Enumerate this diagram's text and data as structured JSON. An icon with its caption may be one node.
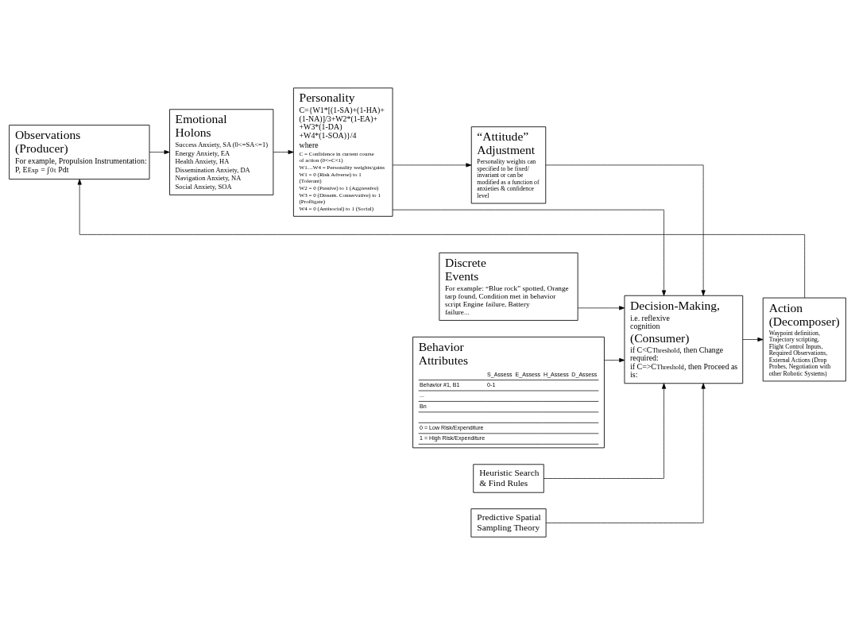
{
  "diagram": {
    "nodes": [
      {
        "text": [
          "Observations (Producer)",
          "For example, Propulsion Instrumentation:",
          "P, E$_{Exp}$ = ∫$_{0}$$^{t}$ Pdt"
        ]
      },
      {
        "text": [
          "Discrete Events",
          "For example: “Blue rock” spotted, Orange tarp found, Condition met in behavior script Engine failure, Battery failure..."
        ]
      },
      {
        "text": [
          "Behavior Attributes",
          "S_Assess",
          "E_Assess",
          "H_Assess",
          "D_Assess",
          "Behavior #1, B1",
          "0-1",
          "...",
          "Bn",
          "0 = Low Risk/Expenditure",
          "1 = High Risk/Expenditure"
        ]
      },
      {
        "text": [
          "Emotional Holons",
          "Success Anxiety, SA (0<=SA<=1)",
          "Energy Anxiety, EA",
          "Health Anxiety, HA",
          "Dissemination Anxiety, DA",
          "Navigation Anxiety, NA",
          "Social Anxiety, SOA"
        ]
      },
      {
        "text": [
          "Personality",
          "C={W1*[(1-SA)+(1-HA)+ (1-NA)]/3+W2*(1-EA)+ +W3*(1-DA) +W4*(1-SOA)}/4",
          "where",
          "C = Confidence in current course of action (0<=C<1)",
          "W1…W4 = Personality weights/gains",
          "W1 = 0 (Risk Adverse) to 1 (Tolerant)",
          "W2 = 0 (Passive) to 1 (Aggressive)",
          "W3 = 0 (Dissem. Conservative) to 1 (Profligate)",
          "W4 = 0 (Antisocial) to 1 (Social)"
        ]
      },
      {
        "text": [
          "Decision-Making,",
          "i.e. reflexive cognition",
          "(Consumer)",
          "if C<C$_{Threshold}$, then Change required:",
          "if C=>C$_{Threshold}$, then Proceed as is:"
        ]
      },
      {
        "text": [
          "Action (Decomposer)",
          "Waypoint definition, Trajectory scripting, Flight Control Inputs, Required Observations, External Actions (Drop Probes, Negotiation with other Robotic Systems)"
        ]
      },
      {
        "text": [
          "“Attitude” Adjustment",
          "Personality weights can specified to be fixed/ invariant or can be modified as a function of anxieties & confidence level"
        ]
      },
      {
        "text": [
          "Heuristic Search & Find Rules"
        ]
      },
      {
        "text": [
          "Predictive Spatial Sampling Theory"
        ]
      }
    ],
    "edges": [
      {
        "from": 0,
        "to": 3,
        "arrow": "to"
      },
      {
        "from": 3,
        "to": 4,
        "arrow": "to"
      },
      {
        "from": 4,
        "to": 5,
        "arrow": "to"
      },
      {
        "from": 4,
        "to": 7,
        "arrow": "to"
      },
      {
        "from": 7,
        "to": 5,
        "arrow": "to"
      },
      {
        "from": 1,
        "to": 5,
        "arrow": "to"
      },
      {
        "from": 2,
        "to": 5,
        "arrow": "to"
      },
      {
        "from": 5,
        "to": 6,
        "arrow": "to"
      },
      {
        "from": 8,
        "to": 5,
        "arrow": "to"
      },
      {
        "from": 9,
        "to": 5,
        "arrow": "to"
      },
      {
        "from": 6,
        "to": 0,
        "arrow": "to"
      }
    ]
  }
}
